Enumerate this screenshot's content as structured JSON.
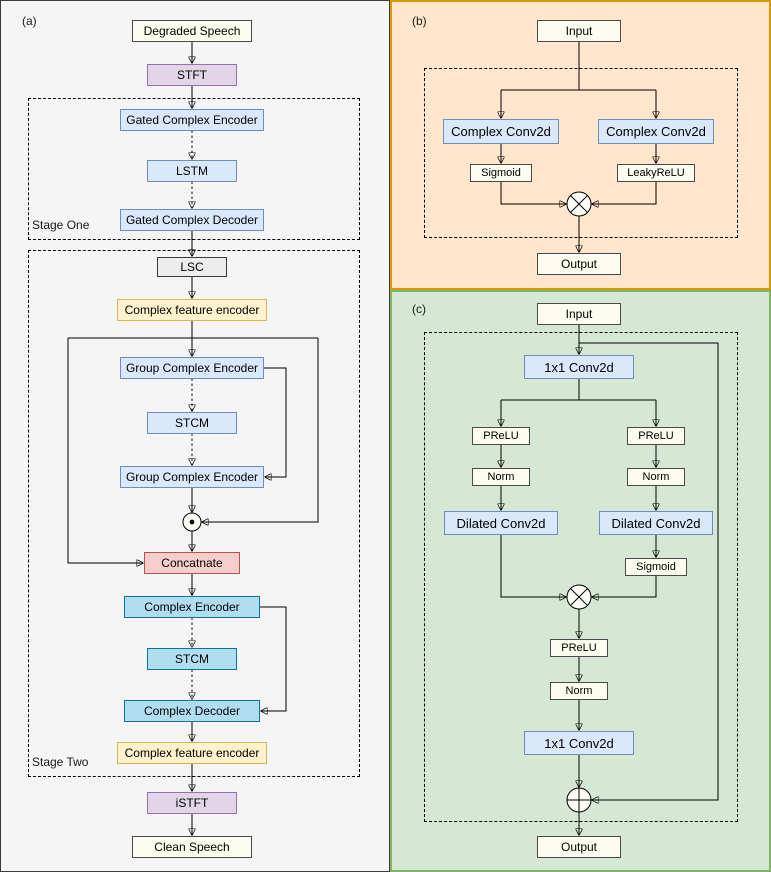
{
  "colors": {
    "panel_a_bg": "#F5F5F5",
    "panel_b_bg": "#FFE6CC",
    "panel_b_border": "#D79B00",
    "panel_c_bg": "#D5E8D4",
    "panel_c_border": "#82B366",
    "blue_fill": "#DAE8FC",
    "blue_border": "#6C8EBF",
    "purple_fill": "#E1D5E7",
    "purple_border": "#9673A6",
    "yellow_fill": "#FFF2CC",
    "yellow_border": "#D6B656",
    "red_fill": "#F8CECC",
    "red_border": "#B85450",
    "cyan_fill": "#B1DDF0",
    "cyan_border": "#10739E",
    "cream_fill": "#FCFDF0"
  },
  "icons": {
    "multiply_icon": "⊗",
    "elementwise_product_icon": "⊙",
    "add_icon": "⊕"
  },
  "panels": {
    "a": {
      "label": "(a)",
      "stages": {
        "one": "Stage One",
        "two": "Stage Two"
      },
      "nodes": {
        "degraded_speech": "Degraded Speech",
        "stft": "STFT",
        "gated_complex_encoder": "Gated Complex Encoder",
        "lstm": "LSTM",
        "gated_complex_decoder": "Gated Complex Decoder",
        "lsc": "LSC",
        "complex_feature_encoder_top": "Complex feature encoder",
        "group_complex_encoder_1": "Group Complex Encoder",
        "stcm_1": "STCM",
        "group_complex_encoder_2": "Group Complex Encoder",
        "concatnate": "Concatnate",
        "complex_encoder": "Complex Encoder",
        "stcm_2": "STCM",
        "complex_decoder": "Complex Decoder",
        "complex_feature_encoder_bottom": "Complex feature encoder",
        "istft": "iSTFT",
        "clean_speech": "Clean Speech"
      }
    },
    "b": {
      "label": "(b)",
      "nodes": {
        "input": "Input",
        "complex_conv_left": "Complex Conv2d",
        "complex_conv_right": "Complex Conv2d",
        "sigmoid": "Sigmoid",
        "leakyrelu": "LeakyReLU",
        "output": "Output"
      }
    },
    "c": {
      "label": "(c)",
      "nodes": {
        "input": "Input",
        "conv_in": "1x1 Conv2d",
        "prelu_left": "PReLU",
        "prelu_right": "PReLU",
        "norm_left": "Norm",
        "norm_right": "Norm",
        "dilated_conv_left": "Dilated Conv2d",
        "dilated_conv_right": "Dilated Conv2d",
        "sigmoid": "Sigmoid",
        "prelu_mid": "PReLU",
        "norm_mid": "Norm",
        "conv_out": "1x1 Conv2d",
        "output": "Output"
      }
    }
  }
}
